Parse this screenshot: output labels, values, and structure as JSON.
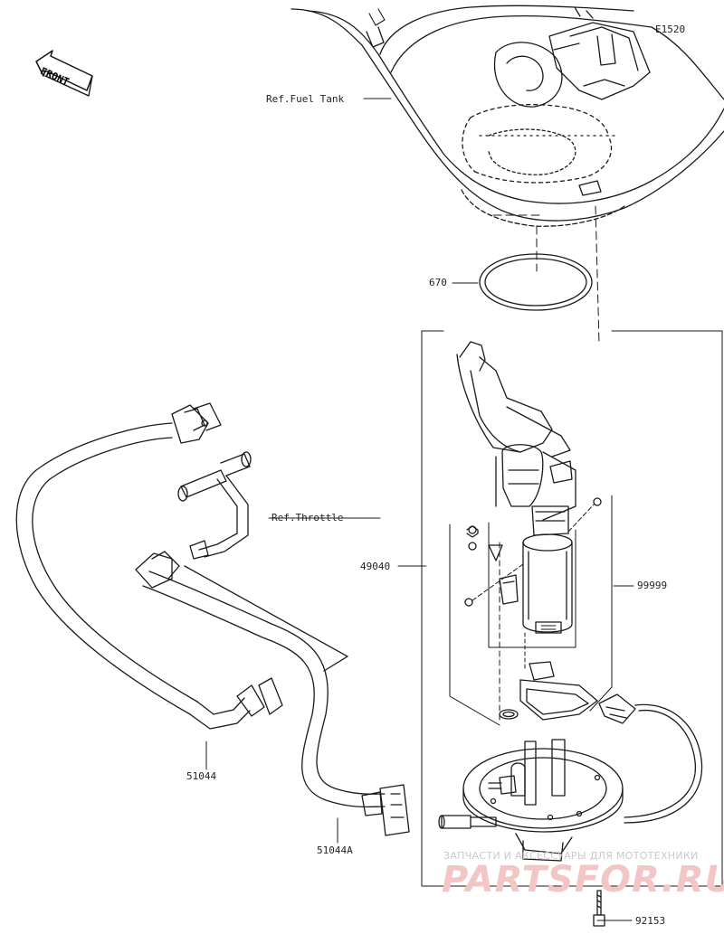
{
  "diagram_code": "E1520",
  "front_badge": "FRONT",
  "labels": {
    "ref_fuel_tank": "Ref.Fuel Tank",
    "ring": "670",
    "ref_throttle": "Ref.Throttle",
    "pump_assy": "49040",
    "pump_kit": "99999",
    "hose_1": "51044",
    "hose_2": "51044A",
    "bolt": "92153"
  },
  "watermark": {
    "tagline": "ЗАПЧАСТИ И АКСЕССУАРЫ ДЛЯ МОТОТЕХНИКИ",
    "brand": "PARTSFOR.RU"
  }
}
